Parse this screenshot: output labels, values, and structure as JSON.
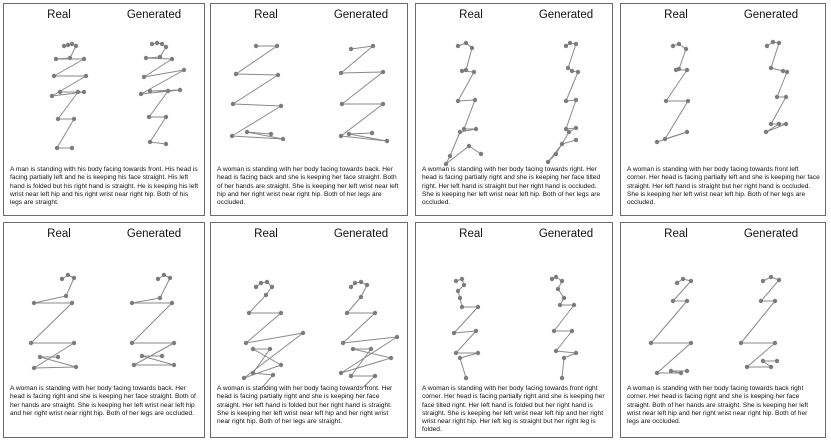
{
  "header": {
    "real": "Real",
    "generated": "Generated"
  },
  "panels": [
    {
      "caption": "A man is standing with his body facing towards front. His head is facing partially left and he is keeping his face straight. His left hand is folded but his right hand is straight. He is keeping his left wrist near left hip and his right wrist near right hip. Both of his legs are straight.",
      "real": [
        [
          60,
          22
        ],
        [
          64,
          21
        ],
        [
          68,
          20
        ],
        [
          72,
          22
        ],
        [
          66,
          34
        ],
        [
          52,
          35
        ],
        [
          80,
          35
        ],
        [
          50,
          52
        ],
        [
          82,
          52
        ],
        [
          48,
          72
        ],
        [
          80,
          68
        ],
        [
          56,
          68
        ],
        [
          74,
          68
        ],
        [
          54,
          95
        ],
        [
          70,
          95
        ],
        [
          53,
          124
        ],
        [
          68,
          124
        ]
      ],
      "generated": [
        [
          148,
          20
        ],
        [
          153,
          19
        ],
        [
          158,
          20
        ],
        [
          162,
          23
        ],
        [
          156,
          33
        ],
        [
          142,
          34
        ],
        [
          168,
          35
        ],
        [
          140,
          53
        ],
        [
          180,
          46
        ],
        [
          137,
          70
        ],
        [
          176,
          66
        ],
        [
          146,
          67
        ],
        [
          164,
          67
        ],
        [
          145,
          93
        ],
        [
          162,
          93
        ],
        [
          146,
          118
        ],
        [
          162,
          120
        ]
      ]
    },
    {
      "caption": "A woman is standing with her body facing towards back. Her head is facing back and she is keeping her face straight. Both of her hands are straight. She is keeping her left wrist near left hip and her right wrist near right hip. Both of her legs are occluded.",
      "real": [
        [
          45,
          22
        ],
        [
          66,
          22
        ],
        [
          25,
          50
        ],
        [
          67,
          51
        ],
        [
          22,
          80
        ],
        [
          70,
          82
        ],
        [
          21,
          112
        ],
        [
          72,
          115
        ],
        [
          36,
          108
        ],
        [
          60,
          110
        ]
      ],
      "generated": [
        [
          140,
          25
        ],
        [
          162,
          22
        ],
        [
          130,
          49
        ],
        [
          172,
          48
        ],
        [
          131,
          80
        ],
        [
          172,
          80
        ],
        [
          130,
          112
        ],
        [
          176,
          117
        ],
        [
          138,
          110
        ],
        [
          161,
          109
        ]
      ]
    },
    {
      "caption": "A woman is standing with her body facing towards right. Her head is facing partially right and she is keeping her face tilted right. Her left hand is straight but her right hand is occluded. She is keeping her left wrist near left hip. Both of her legs are occluded.",
      "real": [
        [
          42,
          22
        ],
        [
          50,
          19
        ],
        [
          56,
          24
        ],
        [
          50,
          46
        ],
        [
          46,
          47
        ],
        [
          58,
          48
        ],
        [
          42,
          77
        ],
        [
          59,
          76
        ],
        [
          48,
          105
        ],
        [
          60,
          105
        ],
        [
          44,
          108
        ],
        [
          34,
          132
        ],
        [
          30,
          140
        ],
        [
          53,
          122
        ],
        [
          65,
          130
        ]
      ],
      "generated": [
        [
          150,
          22
        ],
        [
          154,
          19
        ],
        [
          160,
          20
        ],
        [
          152,
          44
        ],
        [
          156,
          47
        ],
        [
          162,
          48
        ],
        [
          150,
          77
        ],
        [
          160,
          76
        ],
        [
          150,
          105
        ],
        [
          160,
          104
        ],
        [
          153,
          108
        ],
        [
          140,
          130
        ],
        [
          132,
          138
        ],
        [
          146,
          120
        ],
        [
          160,
          116
        ]
      ]
    },
    {
      "caption": "A woman is standing with her body facing towards front left corner. Her head is facing partially left and she is keeping her face straight. Her left hand is straight but her right hand is occluded. She is keeping her left wrist near left hip. Both of her legs are occluded.",
      "real": [
        [
          52,
          22
        ],
        [
          58,
          20
        ],
        [
          65,
          25
        ],
        [
          58,
          45
        ],
        [
          55,
          46
        ],
        [
          66,
          46
        ],
        [
          45,
          77
        ],
        [
          67,
          77
        ],
        [
          44,
          115
        ],
        [
          66,
          108
        ],
        [
          36,
          118
        ]
      ],
      "generated": [
        [
          146,
          22
        ],
        [
          152,
          18
        ],
        [
          158,
          19
        ],
        [
          150,
          44
        ],
        [
          162,
          47
        ],
        [
          166,
          48
        ],
        [
          156,
          73
        ],
        [
          165,
          73
        ],
        [
          150,
          100
        ],
        [
          165,
          100
        ],
        [
          145,
          108
        ],
        [
          158,
          100
        ]
      ]
    },
    {
      "caption": "A woman is standing with her body facing towards back. Her head is facing right and she is keeping her face straight. Both of her hands are straight. She is keeping her left wrist near left hip and her right wrist near right hip. Both of her legs are occluded.",
      "real": [
        [
          58,
          36
        ],
        [
          64,
          32
        ],
        [
          70,
          35
        ],
        [
          62,
          53
        ],
        [
          30,
          60
        ],
        [
          68,
          60
        ],
        [
          27,
          100
        ],
        [
          70,
          100
        ],
        [
          30,
          125
        ],
        [
          72,
          124
        ],
        [
          36,
          114
        ],
        [
          54,
          114
        ]
      ],
      "generated": [
        [
          154,
          36
        ],
        [
          160,
          32
        ],
        [
          166,
          35
        ],
        [
          156,
          55
        ],
        [
          128,
          60
        ],
        [
          168,
          60
        ],
        [
          128,
          100
        ],
        [
          170,
          100
        ],
        [
          130,
          122
        ],
        [
          170,
          122
        ],
        [
          138,
          113
        ],
        [
          158,
          113
        ]
      ]
    },
    {
      "caption": "A woman is standing with her body facing towards front. Her head is facing partially right and she is keeping her face straight. Her left hand is folded but her right hand is straight. She is keeping her left wrist near left hip and her right wrist near right hip. Both of her legs are straight.",
      "real": [
        [
          45,
          44
        ],
        [
          50,
          40
        ],
        [
          56,
          39
        ],
        [
          61,
          44
        ],
        [
          55,
          52
        ],
        [
          38,
          70
        ],
        [
          70,
          70
        ],
        [
          35,
          100
        ],
        [
          92,
          90
        ],
        [
          33,
          135
        ],
        [
          70,
          122
        ],
        [
          42,
          106
        ],
        [
          59,
          106
        ],
        [
          42,
          130
        ],
        [
          62,
          132
        ],
        [
          42,
          155
        ],
        [
          62,
          156
        ]
      ],
      "generated": [
        [
          140,
          44
        ],
        [
          144,
          40
        ],
        [
          150,
          39
        ],
        [
          156,
          42
        ],
        [
          150,
          54
        ],
        [
          136,
          70
        ],
        [
          164,
          70
        ],
        [
          132,
          100
        ],
        [
          186,
          94
        ],
        [
          130,
          130
        ],
        [
          180,
          115
        ],
        [
          142,
          106
        ],
        [
          160,
          106
        ],
        [
          140,
          133
        ],
        [
          164,
          133
        ],
        [
          140,
          156
        ],
        [
          162,
          156
        ]
      ]
    },
    {
      "caption": "A woman is standing with her body facing towards front right corner. Her head is facing partially right and she is keeping her face tilted right. Her left hand is folded but her right hand is straight. She is keeping her left wrist near left hip and her right wrist near right hip. Her left leg is straight but her right leg is folded.",
      "real": [
        [
          40,
          38
        ],
        [
          46,
          36
        ],
        [
          48,
          42
        ],
        [
          42,
          48
        ],
        [
          44,
          55
        ],
        [
          46,
          64
        ],
        [
          62,
          64
        ],
        [
          38,
          90
        ],
        [
          60,
          88
        ],
        [
          40,
          110
        ],
        [
          62,
          110
        ],
        [
          44,
          115
        ],
        [
          50,
          135
        ]
      ],
      "generated": [
        [
          136,
          36
        ],
        [
          140,
          34
        ],
        [
          146,
          38
        ],
        [
          142,
          46
        ],
        [
          148,
          55
        ],
        [
          144,
          62
        ],
        [
          158,
          62
        ],
        [
          138,
          88
        ],
        [
          156,
          88
        ],
        [
          140,
          108
        ],
        [
          160,
          110
        ],
        [
          148,
          115
        ],
        [
          146,
          135
        ]
      ]
    },
    {
      "caption": "A woman is standing with her body facing towards back right corner. Her head is facing right and she is keeping her face straight. Both of her hands are straight. She is keeping her left wrist near left hip and her right wrist near right hip. Both of her legs are occluded.",
      "real": [
        [
          56,
          40
        ],
        [
          62,
          36
        ],
        [
          70,
          38
        ],
        [
          52,
          58
        ],
        [
          66,
          58
        ],
        [
          30,
          100
        ],
        [
          70,
          100
        ],
        [
          36,
          130
        ],
        [
          60,
          130
        ],
        [
          50,
          128
        ],
        [
          66,
          128
        ]
      ],
      "generated": [
        [
          142,
          38
        ],
        [
          150,
          34
        ],
        [
          158,
          37
        ],
        [
          140,
          58
        ],
        [
          154,
          58
        ],
        [
          120,
          100
        ],
        [
          154,
          100
        ],
        [
          126,
          124
        ],
        [
          150,
          124
        ],
        [
          142,
          118
        ],
        [
          156,
          118
        ]
      ]
    }
  ]
}
